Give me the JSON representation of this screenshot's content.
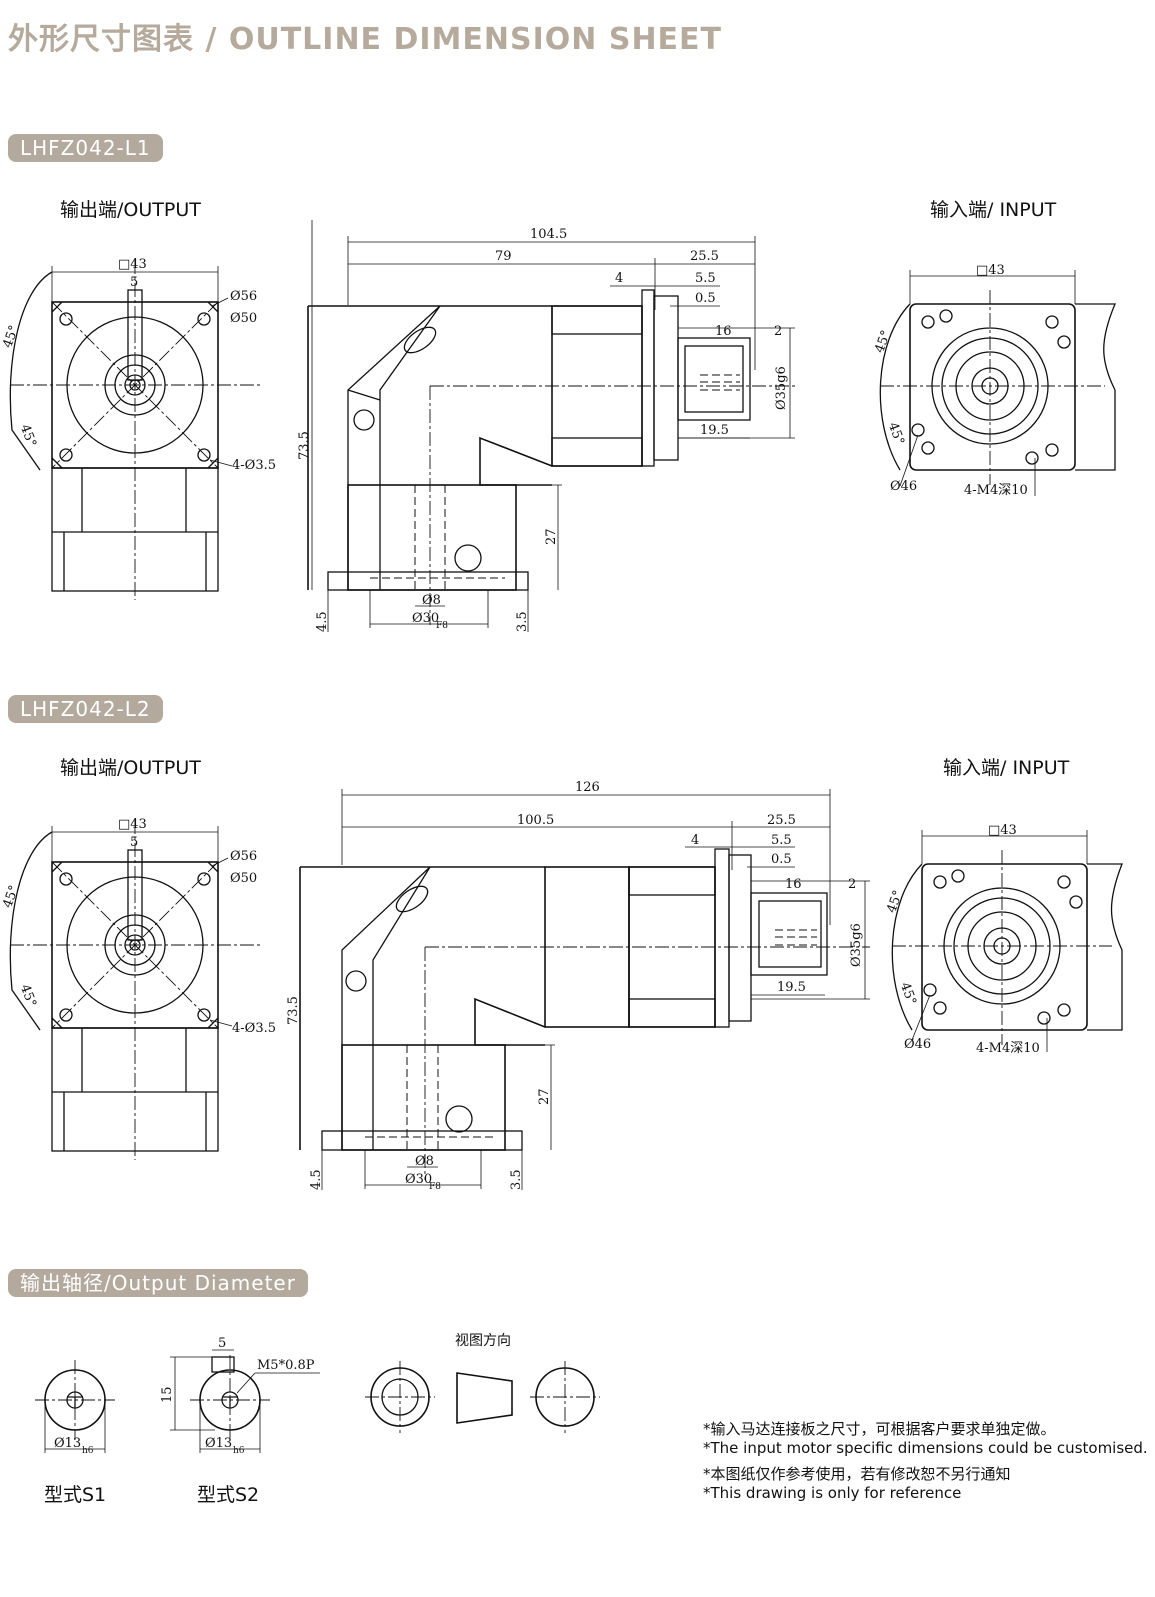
{
  "header": {
    "title": "外形尺寸图表 / OUTLINE DIMENSION SHEET"
  },
  "section1": {
    "tag": "LHFZ042-L1",
    "output_label": "输出端/OUTPUT",
    "input_label": "输入端/ INPUT",
    "dims": {
      "sq43": "□43",
      "s5": "5",
      "d56": "Ø56",
      "d50": "Ø50",
      "a45": "45°",
      "holes": "4-Ø3.5",
      "total": "104.5",
      "body": "79",
      "flange": "25.5",
      "d4": "4",
      "d5_5": "5.5",
      "d0_5": "0.5",
      "d16": "16",
      "d2": "2",
      "d35": "Ø35g6",
      "d19_5": "19.5",
      "h73_5": "73.5",
      "h27": "27",
      "h4_5": "4.5",
      "h3_5": "3.5",
      "d8": "Ø8",
      "d30": "Ø30",
      "f8": "F8",
      "in_sq43": "□43",
      "in_d46": "Ø46",
      "in_holes": "4-M4深10"
    }
  },
  "section2": {
    "tag": "LHFZ042-L2",
    "output_label": "输出端/OUTPUT",
    "input_label": "输入端/ INPUT",
    "dims": {
      "sq43": "□43",
      "s5": "5",
      "d56": "Ø56",
      "d50": "Ø50",
      "a45": "45°",
      "holes": "4-Ø3.5",
      "total": "126",
      "body": "100.5",
      "flange": "25.5",
      "d4": "4",
      "d5_5": "5.5",
      "d0_5": "0.5",
      "d16": "16",
      "d2": "2",
      "d35": "Ø35g6",
      "d19_5": "19.5",
      "h73_5": "73.5",
      "h27": "27",
      "h4_5": "4.5",
      "h3_5": "3.5",
      "d8": "Ø8",
      "d30": "Ø30",
      "f8": "F8",
      "in_sq43": "□43",
      "in_d46": "Ø46",
      "in_holes": "4-M4深10"
    }
  },
  "section3": {
    "tag": "输出轴径/Output Diameter",
    "view_direction": "视图方向",
    "s1_label": "型式S1",
    "s2_label": "型式S2",
    "d13": "Ø13",
    "h6": "h6",
    "d5": "5",
    "d15": "15",
    "thread": "M5*0.8P"
  },
  "notes": {
    "line1_cn": "*输入马达连接板之尺寸，可根据客户要求单独定做。",
    "line1_en": "*The input motor specific dimensions could be customised.",
    "line2_cn": "*本图纸仅作参考使用，若有修改恕不另行通知",
    "line2_en": "*This drawing is only for reference"
  }
}
